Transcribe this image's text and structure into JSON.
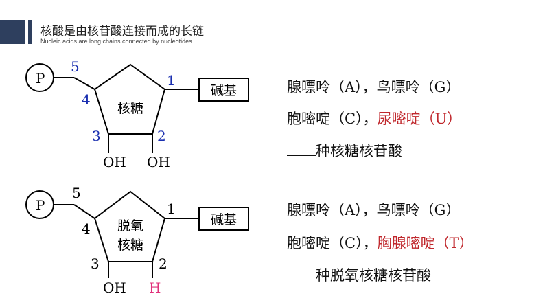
{
  "header": {
    "title_cn": "核酸是由核苷酸连接而成的长链",
    "title_en": "Nucleic acids are long chains connected by nucleotides"
  },
  "diagram1": {
    "phosphate": "P",
    "sugar": [
      "核糖"
    ],
    "base": "碱基",
    "n1": "1",
    "n2": "2",
    "n3": "3",
    "n4": "4",
    "n5": "5",
    "c3_group": "OH",
    "c2_group": "OH",
    "number_color": "#1a2fb0"
  },
  "diagram2": {
    "phosphate": "P",
    "sugar": [
      "脱氧",
      "核糖"
    ],
    "base": "碱基",
    "n1": "1",
    "n2": "2",
    "n3": "3",
    "n4": "4",
    "n5": "5",
    "c3_group": "OH",
    "c2_group": "H",
    "h_color": "#e0307a"
  },
  "text1": {
    "line1": "腺嘌呤（A），鸟嘌呤（G）",
    "line2_plain": "胞嘧啶（C），",
    "line2_red": "尿嘧啶（U）",
    "line3_suffix": "种核糖核苷酸"
  },
  "text2": {
    "line1": "腺嘌呤（A），鸟嘌呤（G）",
    "line2_plain": "胞嘧啶（C），",
    "line2_red": "胸腺嘧啶（T）",
    "line3_suffix": "种脱氧核糖核苷酸"
  },
  "colors": {
    "accent": "#2e3f5e",
    "highlight": "#c0282d"
  }
}
